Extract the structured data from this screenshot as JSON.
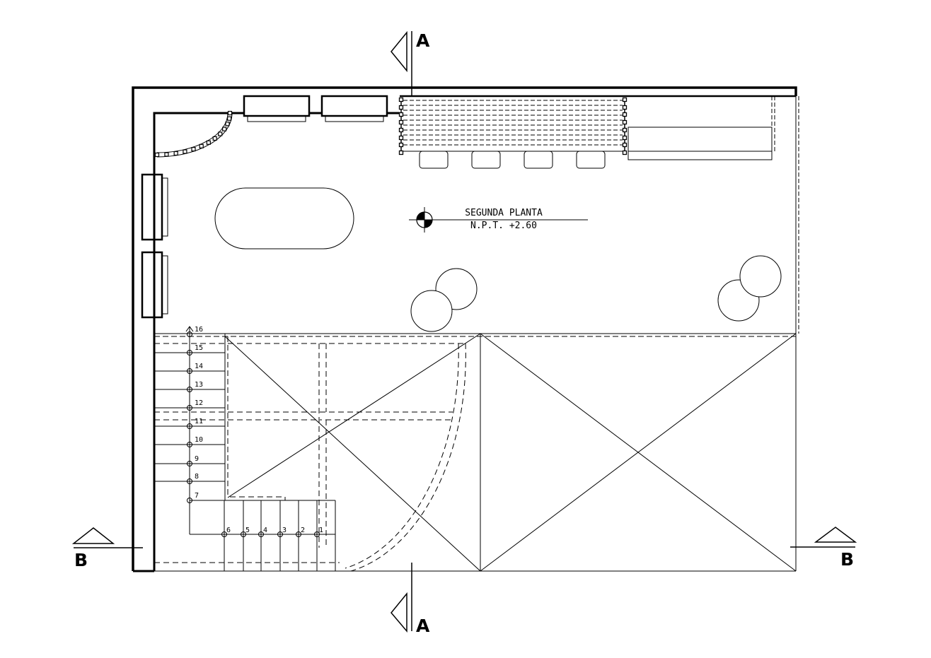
{
  "level": {
    "name": "SEGUNDA PLANTA",
    "elevation": "N.P.T. +2.60"
  },
  "section_markers": {
    "a_top": "A",
    "a_bottom": "A",
    "b_left": "B",
    "b_right": "B"
  },
  "stair_step_numbers": [
    "16",
    "15",
    "14",
    "13",
    "12",
    "11",
    "10",
    "9",
    "8",
    "7",
    "6",
    "5",
    "4",
    "3",
    "2",
    "1"
  ]
}
